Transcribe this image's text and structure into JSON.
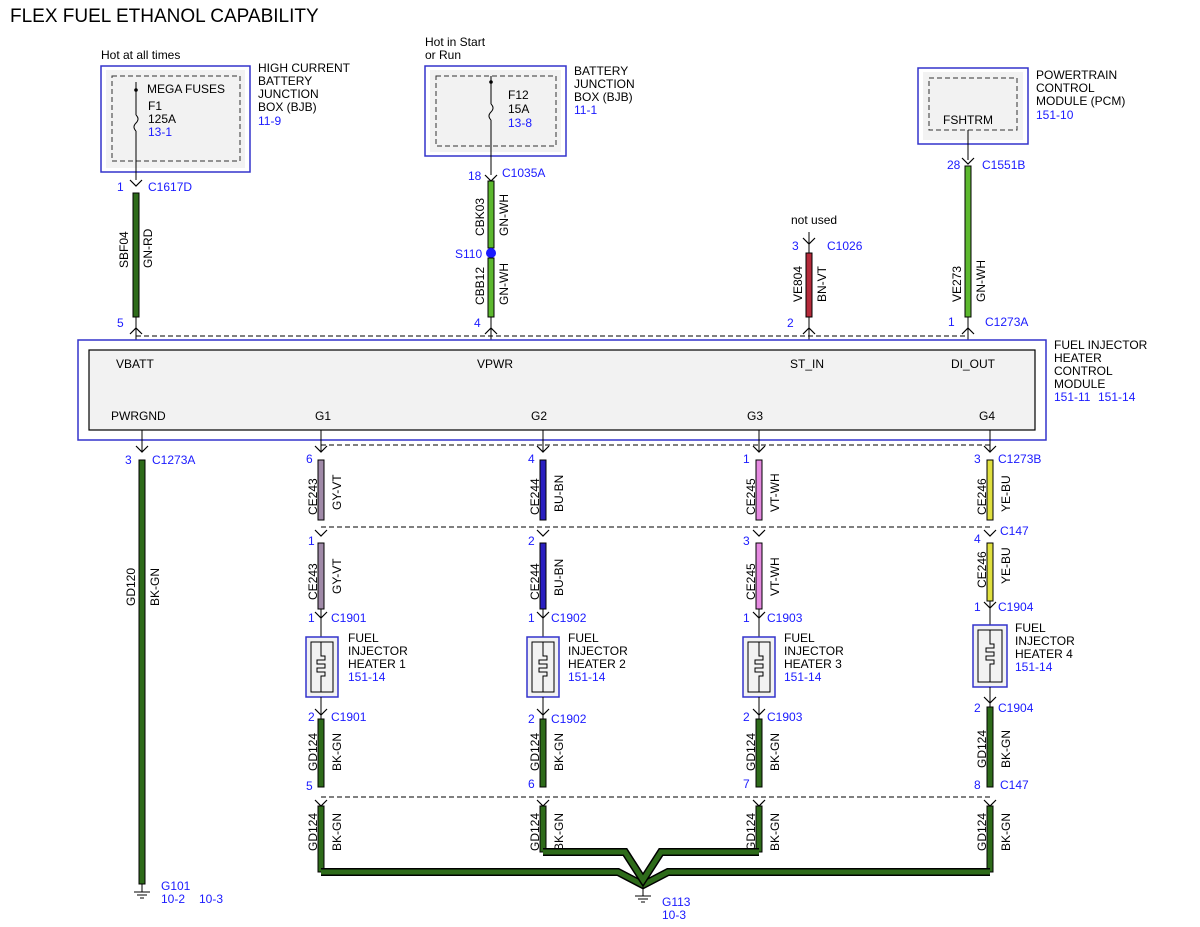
{
  "title": "FLEX FUEL ETHANOL CAPABILITY",
  "colors": {
    "ref_blue": "#1a1aff",
    "box_blue": "#3333cc",
    "box_fill": "#f2f2f2",
    "wire_outline": "#000000",
    "splice_dot": "#1a1aff"
  },
  "sources": {
    "bjb_high": {
      "power_note": "Hot at all times",
      "name_lines": [
        "HIGH CURRENT",
        "BATTERY",
        "JUNCTION",
        "BOX (BJB)"
      ],
      "ref": "11-9",
      "fuse_group": "MEGA FUSES",
      "fuse_id": "F1",
      "fuse_rating": "125A",
      "fuse_ref": "13-1"
    },
    "bjb": {
      "power_note_lines": [
        "Hot in Start",
        "or Run"
      ],
      "name_lines": [
        "BATTERY",
        "JUNCTION",
        "BOX (BJB)"
      ],
      "ref": "11-1",
      "fuse_id": "F12",
      "fuse_rating": "15A",
      "fuse_ref": "13-8"
    },
    "pcm": {
      "name_lines": [
        "POWERTRAIN",
        "CONTROL",
        "MODULE (PCM)"
      ],
      "ref": "151-10",
      "pin_label": "FSHTRM"
    }
  },
  "top_wires": [
    {
      "id": "bjb_high_wire",
      "wire_color": "#2e6b1a",
      "pin_top": "1",
      "connector_top": "C1617D",
      "circuit": "SBF04",
      "color_code": "GN-RD",
      "pin_bottom": "5"
    },
    {
      "id": "bjb_wire",
      "wire_color": "#5cb82e",
      "pin_top": "18",
      "connector_top": "C1035A",
      "upper_circuit": "CBK03",
      "upper_color_code": "GN-WH",
      "splice": "S110",
      "lower_circuit": "CBB12",
      "lower_color_code": "GN-WH",
      "pin_bottom": "4"
    },
    {
      "id": "st_in_wire",
      "wire_color": "#b52a3a",
      "note": "not used",
      "pin_top": "3",
      "connector_top": "C1026",
      "circuit": "VE804",
      "color_code": "BN-VT",
      "pin_bottom": "2"
    },
    {
      "id": "pcm_wire",
      "wire_color": "#5cb82e",
      "pin_top": "28",
      "connector_top": "C1551B",
      "circuit": "VE273",
      "color_code": "GN-WH",
      "pin_bottom": "1",
      "connector_bottom": "C1273A"
    }
  ],
  "module": {
    "name_lines": [
      "FUEL INJECTOR",
      "HEATER",
      "CONTROL",
      "MODULE"
    ],
    "refs": [
      "151-11",
      "151-14"
    ],
    "top_pins": [
      "VBATT",
      "VPWR",
      "ST_IN",
      "DI_OUT"
    ],
    "bottom_pins": [
      "PWRGND",
      "G1",
      "G2",
      "G3",
      "G4"
    ]
  },
  "ground_wire": {
    "pin": "3",
    "connector": "C1273A",
    "circuit": "GD120",
    "color_code": "BK-GN",
    "wire_color": "#2e6b1a",
    "ground_id": "G101",
    "ground_refs": [
      "10-2",
      "10-3"
    ]
  },
  "heater_circuits": [
    {
      "pin_module": "6",
      "circuit": "CE243",
      "color_code": "GY-VT",
      "wire_color": "#a08aa8",
      "pin_inline": "1",
      "pin_heater_in": "1",
      "connector_heater": "C1901",
      "heater_lines": [
        "FUEL",
        "INJECTOR",
        "HEATER 1"
      ],
      "heater_ref": "151-14",
      "pin_heater_out": "2",
      "gnd_circuit": "GD124",
      "gnd_color_code": "BK-GN",
      "pin_gnd_inline": "5"
    },
    {
      "pin_module": "4",
      "circuit": "CE244",
      "color_code": "BU-BN",
      "wire_color": "#2a1fc0",
      "pin_inline": "2",
      "pin_heater_in": "1",
      "connector_heater": "C1902",
      "heater_lines": [
        "FUEL",
        "INJECTOR",
        "HEATER 2"
      ],
      "heater_ref": "151-14",
      "pin_heater_out": "2",
      "gnd_circuit": "GD124",
      "gnd_color_code": "BK-GN",
      "pin_gnd_inline": "6"
    },
    {
      "pin_module": "1",
      "circuit": "CE245",
      "color_code": "VT-WH",
      "wire_color": "#e58ae0",
      "pin_inline": "3",
      "pin_heater_in": "1",
      "connector_heater": "C1903",
      "heater_lines": [
        "FUEL",
        "INJECTOR",
        "HEATER 3"
      ],
      "heater_ref": "151-14",
      "pin_heater_out": "2",
      "gnd_circuit": "GD124",
      "gnd_color_code": "BK-GN",
      "pin_gnd_inline": "7"
    },
    {
      "pin_module": "3",
      "circuit": "CE246",
      "color_code": "YE-BU",
      "wire_color": "#e0e040",
      "pin_inline": "4",
      "pin_heater_in": "1",
      "connector_heater": "C1904",
      "heater_lines": [
        "FUEL",
        "INJECTOR",
        "HEATER 4"
      ],
      "heater_ref": "151-14",
      "pin_heater_out": "2",
      "gnd_circuit": "GD124",
      "gnd_color_code": "BK-GN",
      "pin_gnd_inline": "8"
    }
  ],
  "module_gate_connector": "C1273B",
  "inline_connector": "C147",
  "ground_bus": {
    "wire_color": "#2e6b1a",
    "ground_id": "G113",
    "ground_ref": "10-3"
  }
}
